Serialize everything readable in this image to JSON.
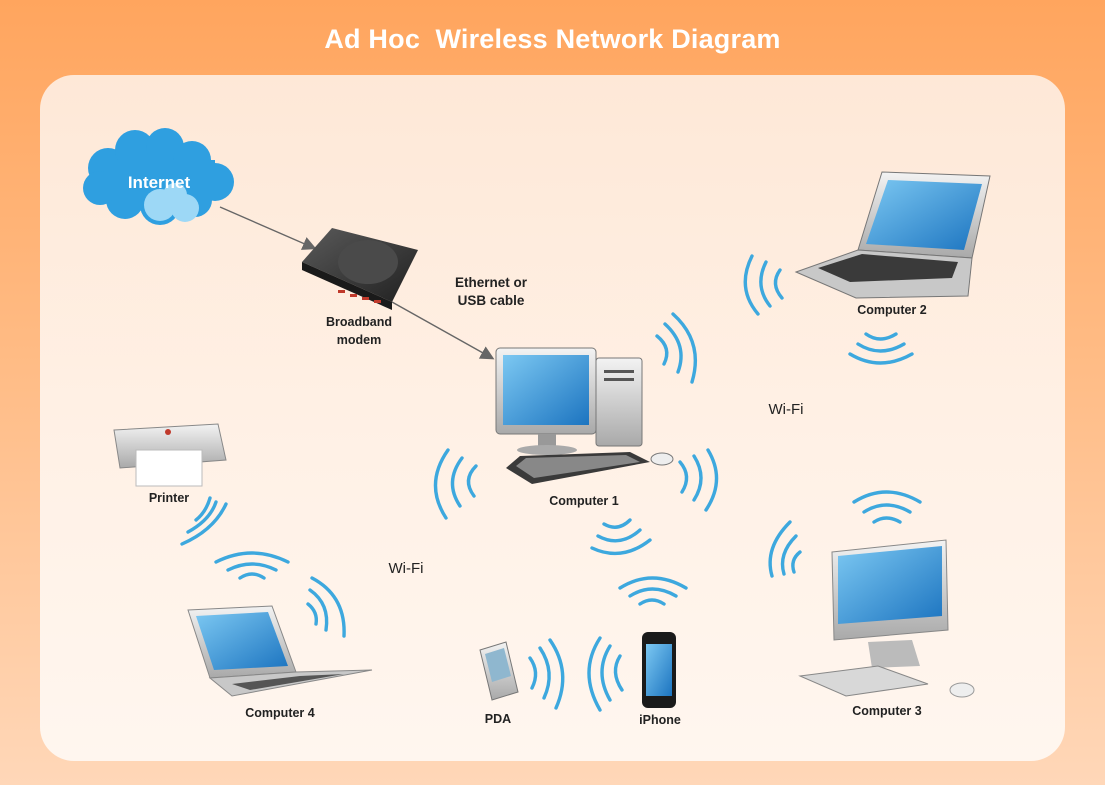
{
  "title": "Ad Hoc  Wireless Network Diagram",
  "labels": {
    "internet": "Internet",
    "modem_line1": "Broadband",
    "modem_line2": "modem",
    "cable_line1": "Ethernet or",
    "cable_line2": "USB cable",
    "computer1": "Computer 1",
    "computer2": "Computer 2",
    "computer3": "Computer 3",
    "computer4": "Computer 4",
    "printer": "Printer",
    "pda": "PDA",
    "iphone": "iPhone",
    "wifi_right": "Wi-Fi",
    "wifi_left": "Wi-Fi"
  },
  "colors": {
    "wave": "#3da8de",
    "cloud": "#2f9fe0",
    "screen": "#2b8fd6",
    "connector": "#666666"
  }
}
